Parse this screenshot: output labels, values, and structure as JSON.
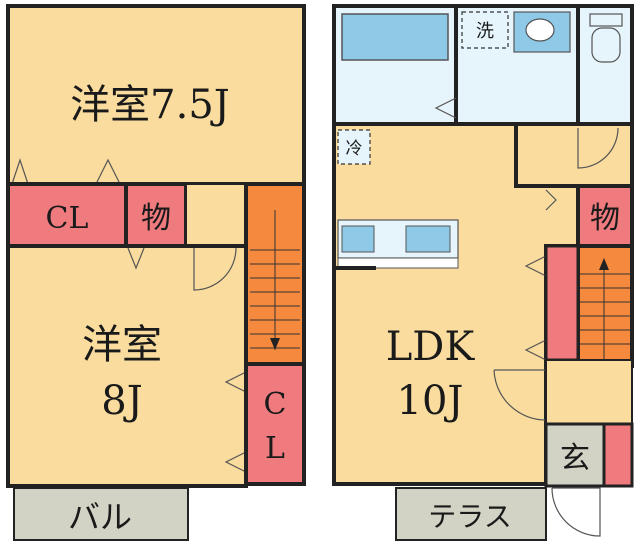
{
  "floor2": {
    "bedroom_top": "洋室7.5J",
    "closet_cl": "CL",
    "storage": "物",
    "bedroom_bottom_line1": "洋室",
    "bedroom_bottom_line2": "8J",
    "closet_cl_vertical_1": "C",
    "closet_cl_vertical_2": "L",
    "balcony": "バル"
  },
  "floor1": {
    "washer": "洗",
    "fridge": "冷",
    "storage": "物",
    "ldk_line1": "LDK",
    "ldk_line2": "10J",
    "entrance": "玄",
    "terrace": "テラス"
  },
  "colors": {
    "room_fill": "#f9dc9e",
    "wet_fill": "#e6f4fb",
    "closet_fill": "#ef7b7f",
    "stairs_fill": "#f58a3f",
    "gray_fill": "#d3d3c5",
    "wall": "#222222"
  }
}
